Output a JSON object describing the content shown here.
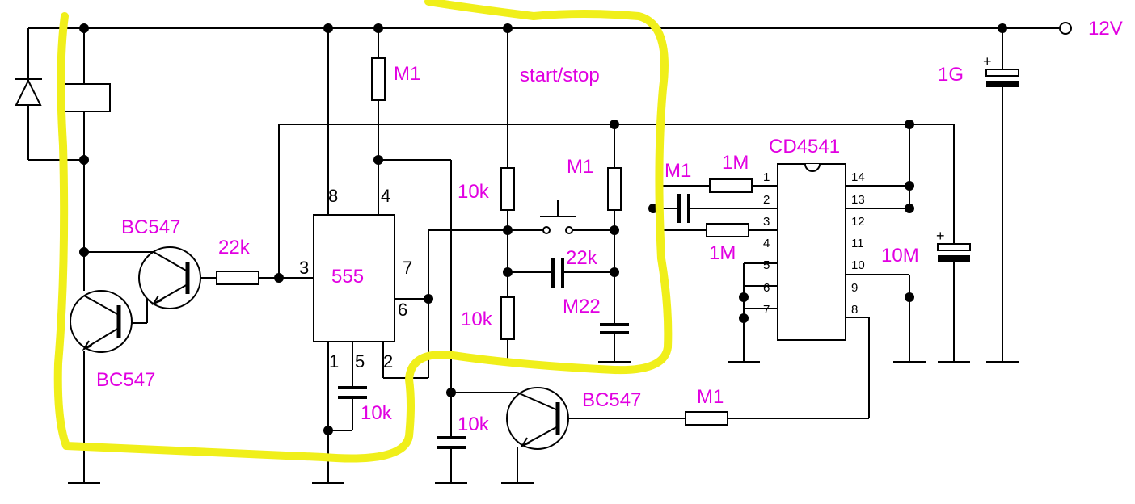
{
  "labels": {
    "supply": "12V",
    "cap_1g": "1G",
    "cap_10m": "10M",
    "res_m1_top": "M1",
    "start_stop": "start/stop",
    "res_m1_mid": "M1",
    "res_10k_upper": "10k",
    "res_10k_lower": "10k",
    "cap_22k": "22k",
    "cap_m22": "M22",
    "res_22k_base": "22k",
    "transistor_upper": "BC547",
    "transistor_lower": "BC547",
    "transistor_bottom": "BC547",
    "res_m1_bottom": "M1",
    "cap_10k_555": "10k",
    "cap_10k_ground": "10k",
    "cap_m1_input": "M1",
    "res_1m_upper": "1M",
    "res_1m_lower": "1M",
    "ic_counter": "CD4541",
    "ic_timer": "555"
  },
  "pins_555": {
    "p8": "8",
    "p4": "4",
    "p3": "3",
    "p7": "7",
    "p6": "6",
    "p1": "1",
    "p5": "5",
    "p2": "2"
  },
  "pins_4541": {
    "left": [
      "1",
      "2",
      "3",
      "4",
      "5",
      "6",
      "7"
    ],
    "right": [
      "14",
      "13",
      "12",
      "11",
      "10",
      "9",
      "8"
    ]
  },
  "colors": {
    "label": "#e100e1",
    "highlight": "#f0ef1a",
    "wire": "#000000"
  }
}
